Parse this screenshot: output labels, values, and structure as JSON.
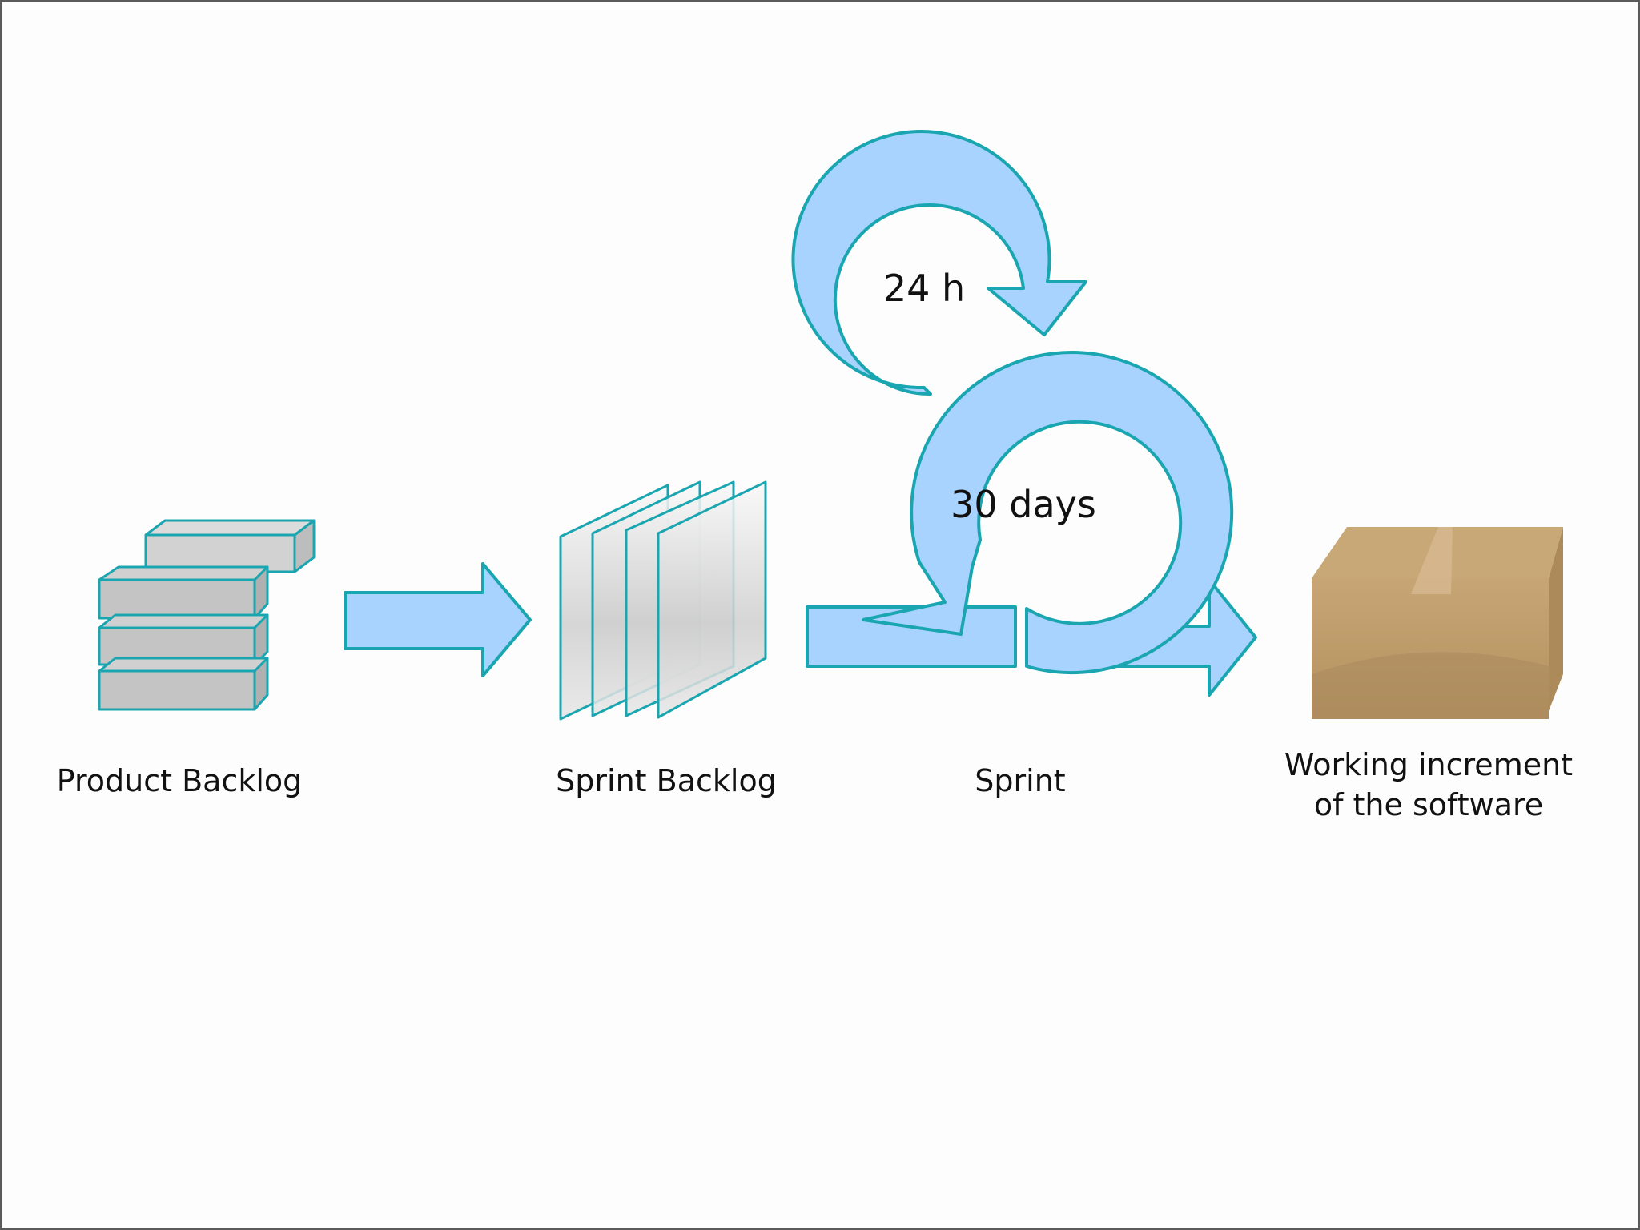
{
  "colors": {
    "outline": "#1aa6b0",
    "arrow_fill": "#a9d3ff",
    "block_fill": "#c4c4c4",
    "block_top": "#d8d8d8",
    "box_brown": "#c09d6c"
  },
  "stages": {
    "product_backlog": "Product Backlog",
    "sprint_backlog": "Sprint Backlog",
    "sprint": "Sprint",
    "increment_line1": "Working increment",
    "increment_line2": "of the software"
  },
  "cycles": {
    "daily": "24 h",
    "sprint": "30 days"
  },
  "icons": [
    "stacked-blocks-icon",
    "stacked-sheets-icon",
    "cycle-arrow-icon",
    "cardboard-box-icon"
  ]
}
